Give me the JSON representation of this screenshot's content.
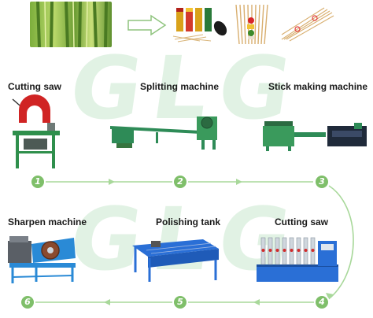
{
  "top_row": {
    "products": [
      "toothpick-boxes",
      "skewer-sticks",
      "kebab-skewers",
      "bundled-sticks"
    ]
  },
  "watermark_text": "GLG",
  "steps": [
    {
      "number": "1",
      "label": "Cutting saw"
    },
    {
      "number": "2",
      "label": "Splitting machine"
    },
    {
      "number": "3",
      "label": "Stick making machine"
    },
    {
      "number": "4",
      "label": "Cutting saw"
    },
    {
      "number": "5",
      "label": "Polishing tank"
    },
    {
      "number": "6",
      "label": "Sharpen machine"
    }
  ],
  "colors": {
    "flow_arrow": "#a8d89a",
    "step_circle": "#7fbf6a",
    "machine_green": "#2e8b57",
    "machine_blue": "#2a6fd6"
  }
}
